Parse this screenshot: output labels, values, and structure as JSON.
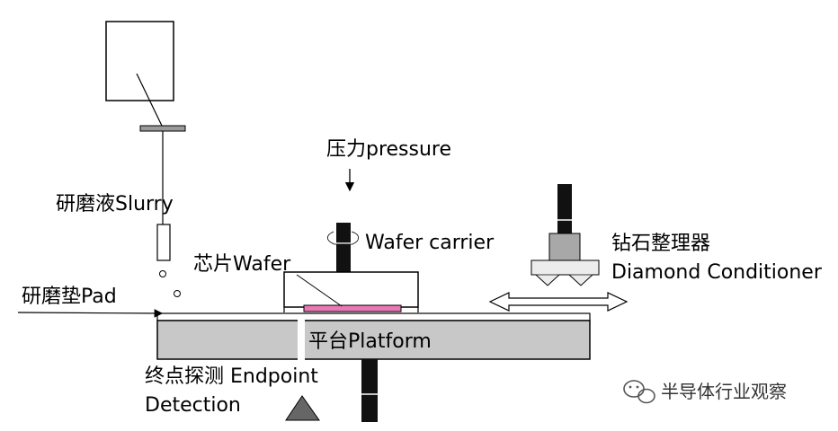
{
  "labels": {
    "pressure": "压力pressure",
    "slurry": "研磨液Slurry",
    "wafer_carrier": "Wafer carrier",
    "conditioner_cn": "钻石整理器",
    "conditioner_en": "Diamond Conditioner",
    "wafer": "芯片Wafer",
    "pad": "研磨垫Pad",
    "platform": "平台Platform",
    "endpoint_line1": "终点探测 Endpoint",
    "endpoint_line2": "Detection"
  },
  "watermark": "半导体行业观察",
  "colors": {
    "wafer": "#e879b4",
    "conditioner_head": "#a8a8a8",
    "platform": "#c8c8c8",
    "shaft": "#111111"
  }
}
